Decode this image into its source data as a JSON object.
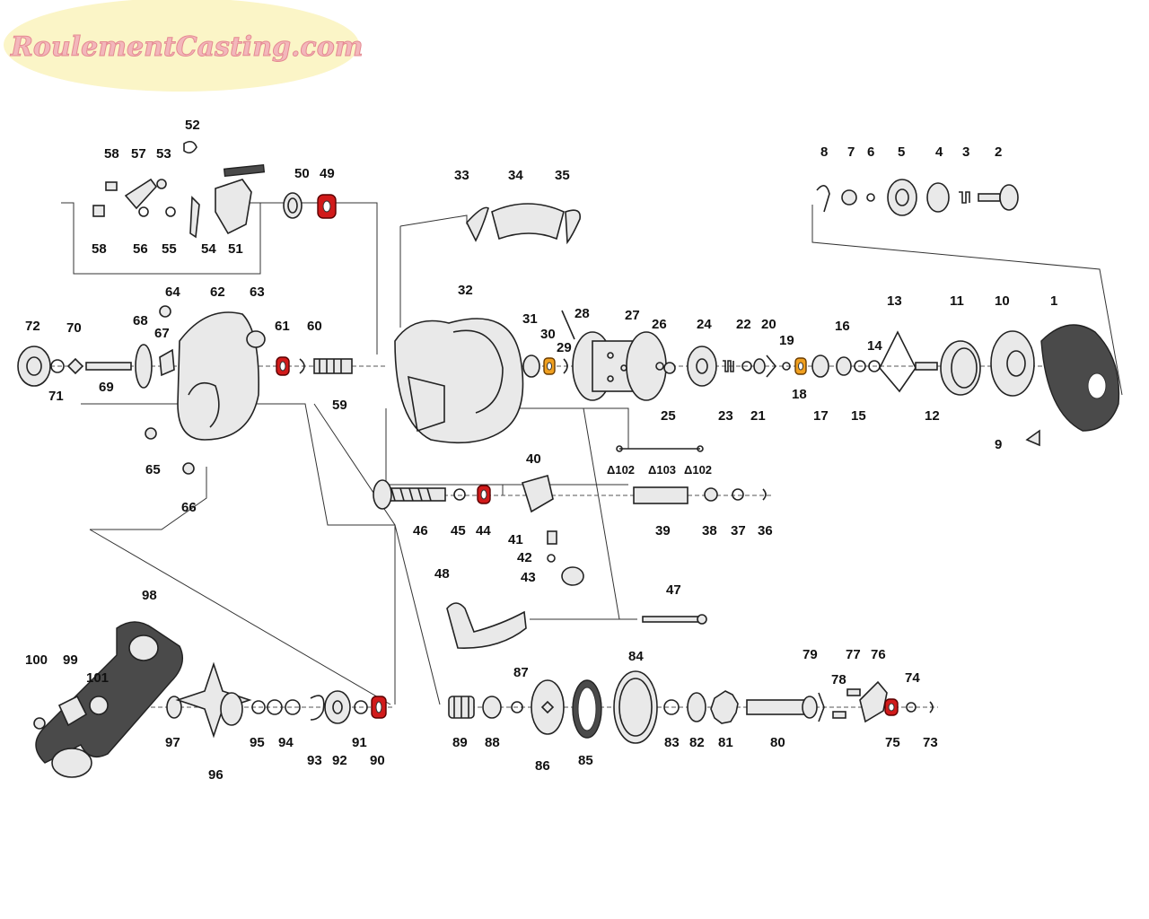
{
  "brand": {
    "logo_text": "RoulementCasting.com",
    "logo_color": "#f3b7bb",
    "logo_bg": "#fbf5c7"
  },
  "diagram": {
    "highlight_colors": {
      "red_bearing": "#d11a1a",
      "orange_bearing": "#f0a020"
    },
    "highlighted_red": [
      "49",
      "61",
      "44",
      "90",
      "75"
    ],
    "highlighted_orange": [
      "30",
      "18"
    ],
    "labels": {
      "p1": "1",
      "p2": "2",
      "p3": "3",
      "p4": "4",
      "p5": "5",
      "p6": "6",
      "p7": "7",
      "p8": "8",
      "p9": "9",
      "p10": "10",
      "p11": "11",
      "p12": "12",
      "p13": "13",
      "p14": "14",
      "p15": "15",
      "p16": "16",
      "p17": "17",
      "p18": "18",
      "p19": "19",
      "p20": "20",
      "p21": "21",
      "p22": "22",
      "p23": "23",
      "p24": "24",
      "p25": "25",
      "p26": "26",
      "p27": "27",
      "p28": "28",
      "p29": "29",
      "p30": "30",
      "p31": "31",
      "p32": "32",
      "p33": "33",
      "p34": "34",
      "p35": "35",
      "p36": "36",
      "p37": "37",
      "p38": "38",
      "p39": "39",
      "p40": "40",
      "p41": "41",
      "p42": "42",
      "p43": "43",
      "p44": "44",
      "p45": "45",
      "p46": "46",
      "p47": "47",
      "p48": "48",
      "p49": "49",
      "p50": "50",
      "p51": "51",
      "p52": "52",
      "p53": "53",
      "p54": "54",
      "p55": "55",
      "p56": "56",
      "p57": "57",
      "p58a": "58",
      "p58b": "58",
      "p59": "59",
      "p60": "60",
      "p61": "61",
      "p62": "62",
      "p63": "63",
      "p64": "64",
      "p65": "65",
      "p66": "66",
      "p67": "67",
      "p68": "68",
      "p69": "69",
      "p70": "70",
      "p71": "71",
      "p72": "72",
      "p73": "73",
      "p74": "74",
      "p75": "75",
      "p76": "76",
      "p77": "77",
      "p78": "78",
      "p79": "79",
      "p80": "80",
      "p81": "81",
      "p82": "82",
      "p83": "83",
      "p84": "84",
      "p85": "85",
      "p86": "86",
      "p87": "87",
      "p88": "88",
      "p89": "89",
      "p90": "90",
      "p91": "91",
      "p92": "92",
      "p93": "93",
      "p94": "94",
      "p95": "95",
      "p96": "96",
      "p97": "97",
      "p98": "98",
      "p99": "99",
      "p100": "100",
      "p101": "101",
      "p102a": "Δ102",
      "p103": "Δ103",
      "p102b": "Δ102"
    }
  }
}
